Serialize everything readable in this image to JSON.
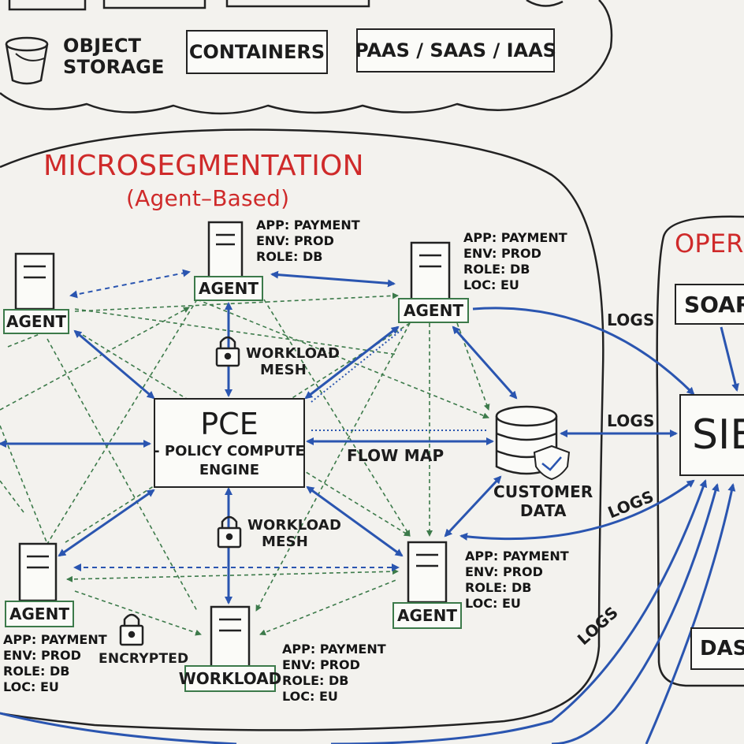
{
  "cloud": {
    "object_storage_lines": [
      "OBJECT",
      "STORAGE"
    ],
    "containers": "CONTAINERS",
    "paas": "PAAS / SAAS / IAAS"
  },
  "segmentation": {
    "title": "MICROSEGMENTATION",
    "subtitle": "(Agent–Based)",
    "pce": {
      "title": "PCE",
      "line1": "- POLICY COMPUTE",
      "line2": "ENGINE"
    },
    "agent_label": "AGENT",
    "workload_label": "WORKLOAD",
    "flow_map": "FLOW MAP",
    "workload_mesh_lines": [
      "WORKLOAD",
      "MESH"
    ],
    "encrypted": "ENCRYPTED",
    "customer_data_lines": [
      "CUSTOMER",
      "DATA"
    ],
    "tags_full": "APP: PAYMENT\nENV: PROD\nROLE: DB\nLOC: EU",
    "tags_short": "APP: PAYMENT\nENV: PROD\nROLE: DB"
  },
  "operations": {
    "title_partial": "OPER",
    "soar_partial": "SOAR",
    "siem_partial": "SIE",
    "dash_partial": "DASH",
    "logs": "LOGS"
  },
  "colors": {
    "blue": "#2a55b0",
    "green": "#3c7a4a",
    "red": "#cf2a2a",
    "ink": "#222222"
  }
}
